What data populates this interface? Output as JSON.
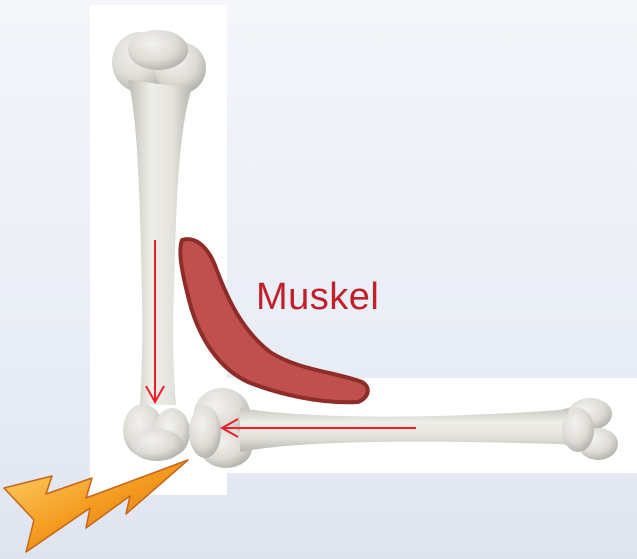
{
  "diagram": {
    "muscle_label": "Muskel",
    "colors": {
      "bone_fill": "#ecebe6",
      "bone_shade": "#c9c7c1",
      "muscle_fill": "#c0504d",
      "muscle_outline": "#8e2c2a",
      "arrow": "#e8222a",
      "label_text": "#c0202a",
      "lightning": "#f39a1e"
    },
    "icons": [
      "femur-bone",
      "forearm-bone",
      "muscle",
      "force-arrow",
      "lightning-bolt"
    ]
  }
}
